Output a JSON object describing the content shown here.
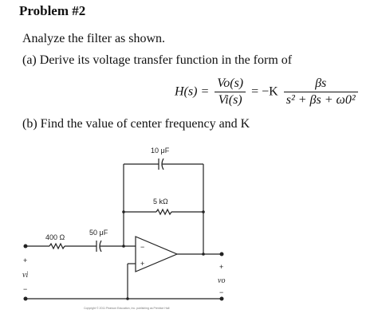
{
  "title": "Problem #2",
  "intro": "Analyze the filter as shown.",
  "part_a": "(a) Derive its voltage transfer function in the form of",
  "part_b": "(b) Find the value of center frequency and K",
  "equation": {
    "lhs": "H(s) =",
    "frac1_num": "Vo(s)",
    "frac1_den": "Vi(s)",
    "equals": "= −K",
    "frac2_num": "βs",
    "frac2_den": "s² + βs + ω0²"
  },
  "circuit": {
    "c_feedback_label": "10 μF",
    "r_feedback_label": "5 kΩ",
    "r_input_label": "400 Ω",
    "c_input_label": "50 μF",
    "vin_label": "vi",
    "vout_label": "vo",
    "plus_sign": "+",
    "minus_sign": "−",
    "opamp_minus": "−",
    "opamp_plus": "+",
    "copyright": "Copyright © 2011 Pearson Education, Inc. publishing as Prentice Hall"
  }
}
